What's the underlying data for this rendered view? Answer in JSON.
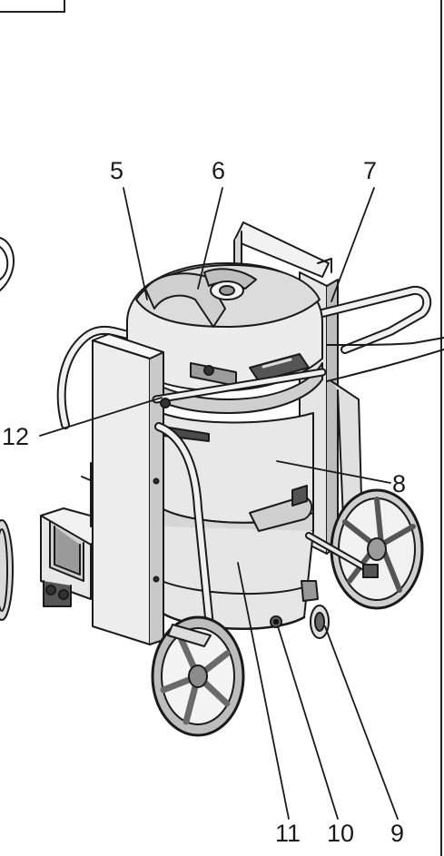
{
  "figure": {
    "callouts": {
      "c5": "5",
      "c6": "6",
      "c7": "7",
      "c8": "8",
      "c9": "9",
      "c10": "10",
      "c11": "11",
      "c12": "12"
    },
    "colors": {
      "line": "#1a1a1a",
      "shade_light": "#e6e6e6",
      "shade_mid": "#cfcfcf",
      "shade_dark": "#444444",
      "background": "#ffffff"
    }
  }
}
